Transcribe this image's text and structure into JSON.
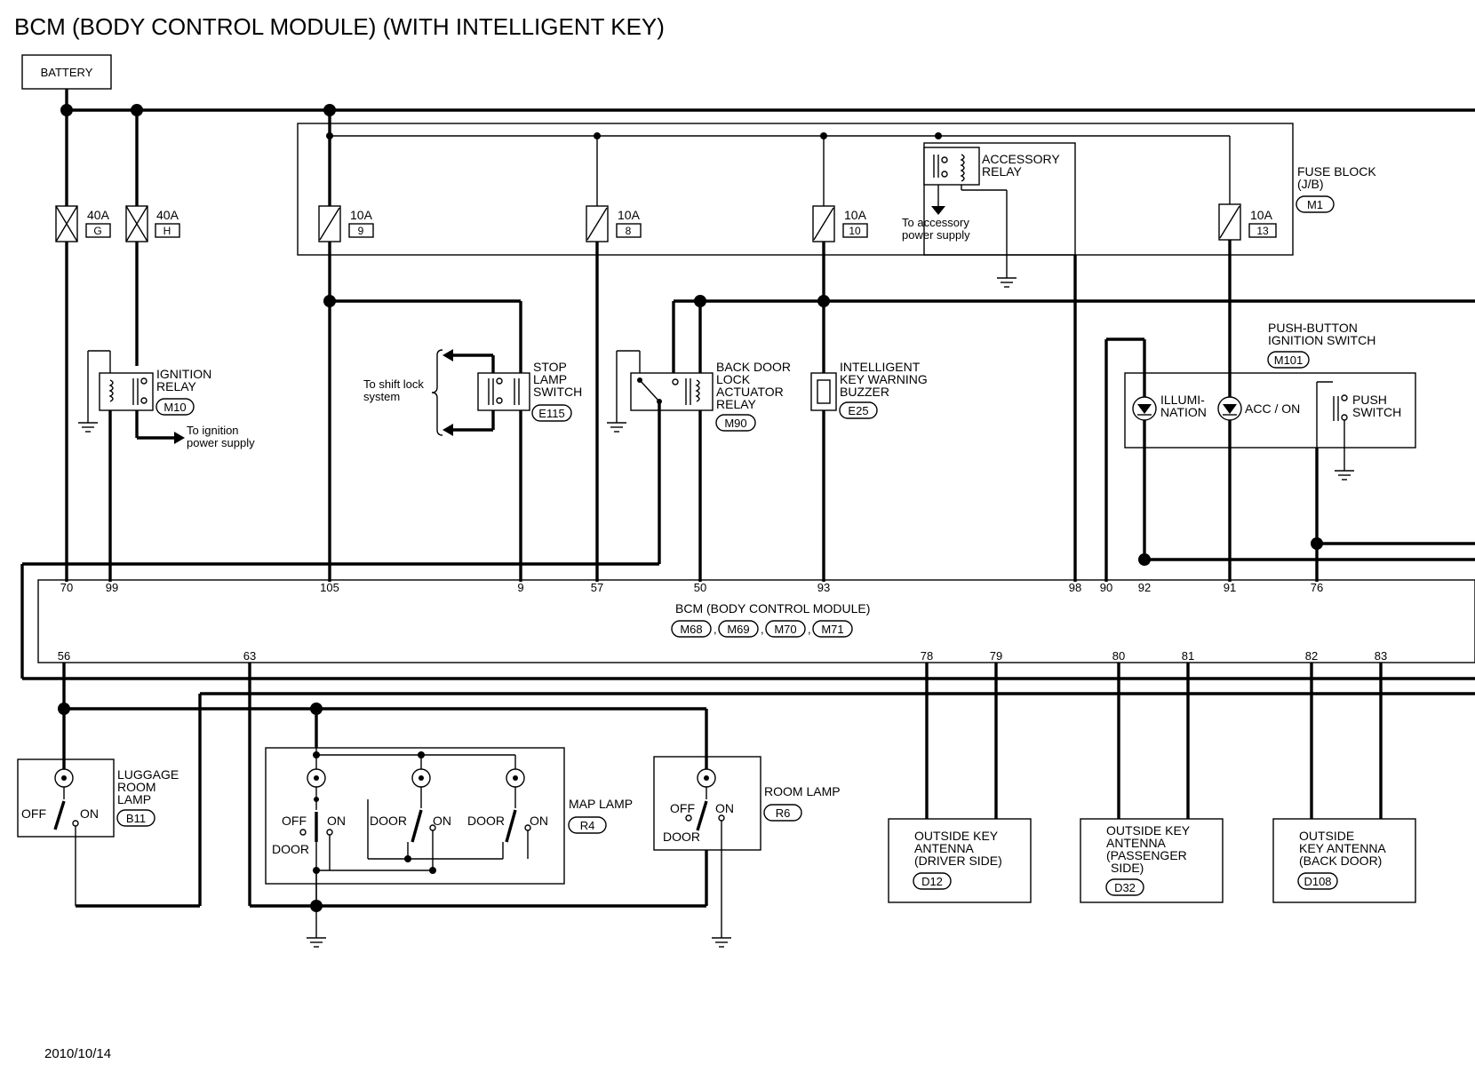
{
  "title": "BCM (BODY CONTROL MODULE) (WITH INTELLIGENT KEY)",
  "date": "2010/10/14",
  "battery": "BATTERY",
  "fuse_block": {
    "line1": "FUSE BLOCK",
    "line2": "(J/B)",
    "conn": "M1"
  },
  "fuses": [
    {
      "amp": "40A",
      "id": "G"
    },
    {
      "amp": "40A",
      "id": "H"
    },
    {
      "amp": "10A",
      "id": "9"
    },
    {
      "amp": "10A",
      "id": "8"
    },
    {
      "amp": "10A",
      "id": "10"
    },
    {
      "amp": "10A",
      "id": "13"
    }
  ],
  "accessory_relay": {
    "line1": "ACCESSORY",
    "line2": "RELAY",
    "to1": "To accessory",
    "to2": "power supply"
  },
  "ignition_relay": {
    "line1": "IGNITION",
    "line2": "RELAY",
    "conn": "M10",
    "to1": "To ignition",
    "to2": "power supply"
  },
  "shift_lock": {
    "line1": "To shift lock",
    "line2": "system"
  },
  "stop_lamp": {
    "line1": "STOP",
    "line2": "LAMP",
    "line3": "SWITCH",
    "conn": "E115"
  },
  "back_door": {
    "line1": "BACK DOOR",
    "line2": "LOCK",
    "line3": "ACTUATOR",
    "line4": "RELAY",
    "conn": "M90"
  },
  "buzzer": {
    "line1": "INTELLIGENT",
    "line2": "KEY WARNING",
    "line3": "BUZZER",
    "conn": "E25"
  },
  "push_button": {
    "line1": "PUSH-BUTTON",
    "line2": "IGNITION SWITCH",
    "conn": "M101",
    "illum1": "ILLUMI-",
    "illum2": "NATION",
    "acc": "ACC / ON",
    "push1": "PUSH",
    "push2": "SWITCH"
  },
  "bcm": {
    "name": "BCM (BODY CONTROL MODULE)",
    "conns": [
      "M68",
      "M69",
      "M70",
      "M71"
    ],
    "sep": ",",
    "top_pins": [
      "70",
      "99",
      "105",
      "9",
      "57",
      "50",
      "93",
      "98",
      "90",
      "92",
      "91",
      "76"
    ],
    "bottom_pins": [
      "56",
      "63",
      "78",
      "79",
      "80",
      "81",
      "82",
      "83"
    ]
  },
  "luggage": {
    "line1": "LUGGAGE",
    "line2": "ROOM",
    "line3": "LAMP",
    "conn": "B11",
    "off": "OFF",
    "on": "ON"
  },
  "map_lamp": {
    "name": "MAP LAMP",
    "conn": "R4",
    "off": "OFF",
    "on": "ON",
    "door": "DOOR"
  },
  "room_lamp": {
    "name": "ROOM LAMP",
    "conn": "R6",
    "off": "OFF",
    "on": "ON",
    "door": "DOOR"
  },
  "antennas": [
    {
      "l1": "OUTSIDE KEY",
      "l2": "ANTENNA",
      "l3": "(DRIVER SIDE)",
      "l4": "",
      "conn": "D12"
    },
    {
      "l1": "OUTSIDE KEY",
      "l2": "ANTENNA",
      "l3": "(PASSENGER",
      "l4": "SIDE)",
      "conn": "D32"
    },
    {
      "l1": "OUTSIDE",
      "l2": "KEY ANTENNA",
      "l3": "(BACK DOOR)",
      "l4": "",
      "conn": "D108"
    }
  ]
}
